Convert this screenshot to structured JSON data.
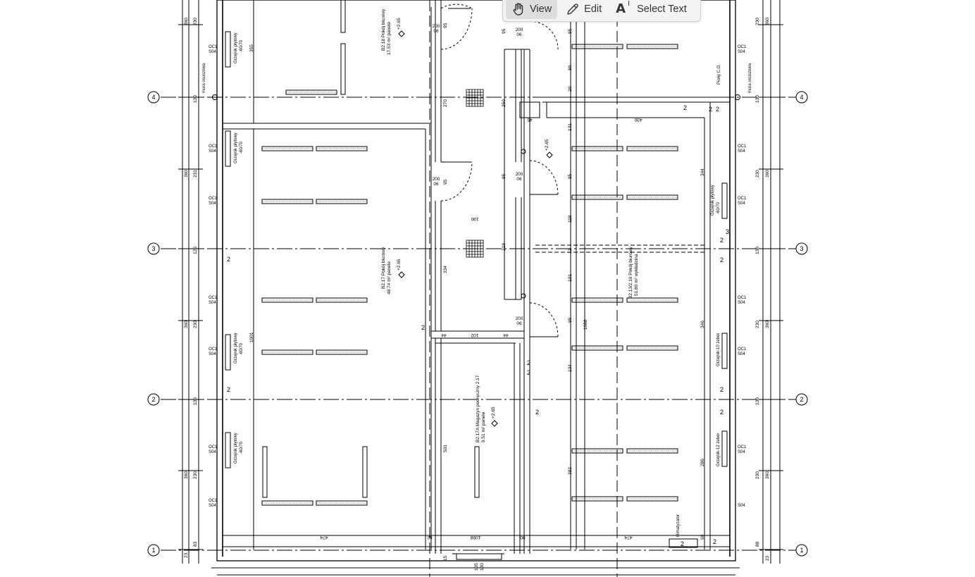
{
  "toolbar": {
    "view_label": "View",
    "edit_label": "Edit",
    "select_text_label": "Select Text",
    "icons": {
      "view": "hand-icon",
      "edit": "pencil-icon",
      "select_text": "text-cursor-icon"
    }
  },
  "drawing": {
    "axes": [
      "4",
      "3",
      "2",
      "1"
    ],
    "rooms": [
      {
        "name": "B2.18 Pokój biurowy",
        "area": "17.53 m² panele",
        "level": "+2.65"
      },
      {
        "name": "B2.17 Pokój biurowy",
        "area": "48.74 m² panele",
        "level": "+2.65"
      },
      {
        "name": "B2.17A Magazyn podręczny 2.17",
        "area": "9.51 m² panele",
        "level": "+2.65"
      },
      {
        "name": "B2.13/2.16 Pokój biurowy",
        "area": "51.80 m² wykładzina",
        "level": "+2.65"
      }
    ],
    "labels": {
      "mura_osuszowa": "mura osuszowa",
      "grzejnik_plytowy": "Grzejnik płytowy",
      "grzejnik_60": "-60/70",
      "grzejnik_10": "Grzejnik-10 żeber",
      "grzejnik_12": "Grzejnik-12 żeber",
      "piony": "Piony C.O.",
      "klimatyzator": "klimatyzator",
      "ock": "OC1",
      "sdi": "S04"
    },
    "dims": {
      "d360": "360",
      "d230": "230",
      "d130": "130",
      "d83": "83",
      "d23": "23",
      "d88": "88",
      "d355": "355",
      "d270": "270",
      "d250": "250",
      "d231": "231",
      "d120": "120",
      "d1001": "1001",
      "d474": "474",
      "d62": "62",
      "d190": "190",
      "d334": "334",
      "d219": "219",
      "d200": "200",
      "d95": "95",
      "d80": "80",
      "d20": "20",
      "d131": "131",
      "d118": "118",
      "d12": "12",
      "d101": "101",
      "d1088": "1088",
      "d134": "134",
      "d382": "382",
      "d344": "344",
      "d346": "346",
      "d286": "286",
      "d430": "430",
      "d45": "45",
      "d44": "44",
      "d102": "102",
      "d501": "501",
      "d105": "105",
      "d60": "60",
      "d15": "15",
      "d90": "90",
      "d06": "06"
    }
  }
}
